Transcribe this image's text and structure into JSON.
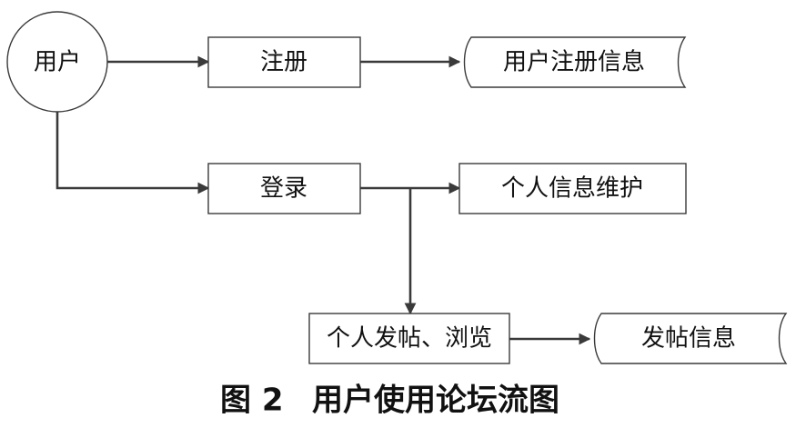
{
  "diagram": {
    "nodes": {
      "user": "用户",
      "register": "注册",
      "register_info": "用户注册信息",
      "login": "登录",
      "profile": "个人信息维护",
      "post_browse": "个人发帖、浏览",
      "post_info": "发帖信息"
    },
    "edges": [
      {
        "from": "user",
        "to": "register"
      },
      {
        "from": "register",
        "to": "register_info"
      },
      {
        "from": "user",
        "to": "login"
      },
      {
        "from": "login",
        "to": "profile"
      },
      {
        "from": "login",
        "to": "post_browse"
      },
      {
        "from": "post_browse",
        "to": "post_info"
      }
    ]
  },
  "caption": {
    "number": "图 2",
    "title": "用户使用论坛流图"
  }
}
